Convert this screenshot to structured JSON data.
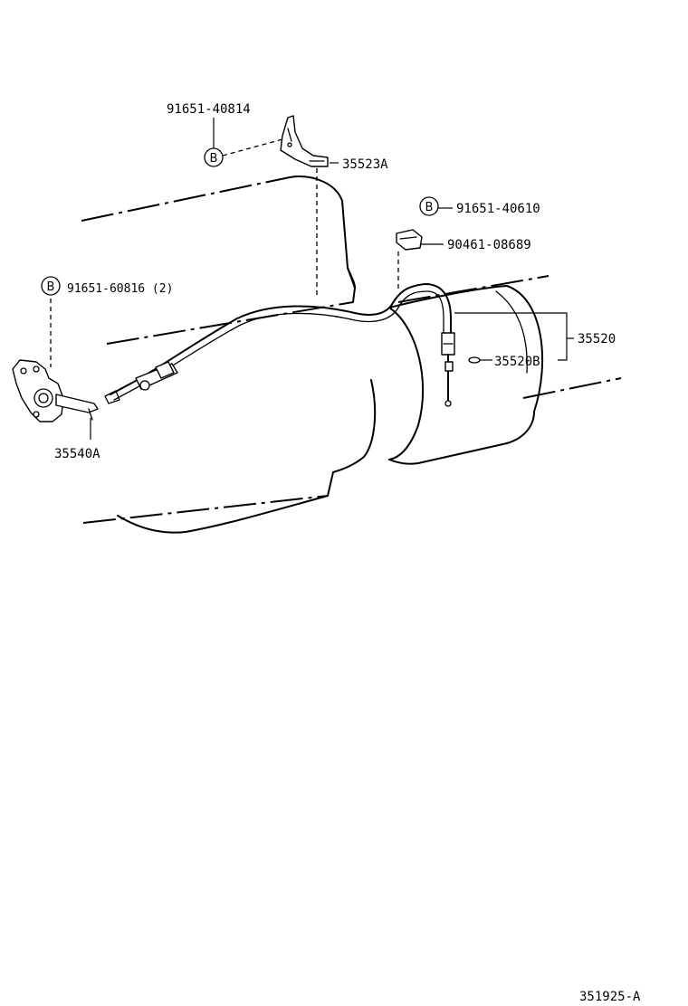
{
  "diagram": {
    "labels": {
      "bolt_upper": "91651-40814",
      "bracket_upper": "35523A",
      "bolt_right": "91651-40610",
      "clamp_right": "90461-08689",
      "bolt_left": "91651-60816 (2)",
      "cable_assembly": "35520",
      "cable_clip": "35520B",
      "lever_assembly": "35540A"
    },
    "bolt_marker": "B",
    "figure_code": "351925-A"
  }
}
